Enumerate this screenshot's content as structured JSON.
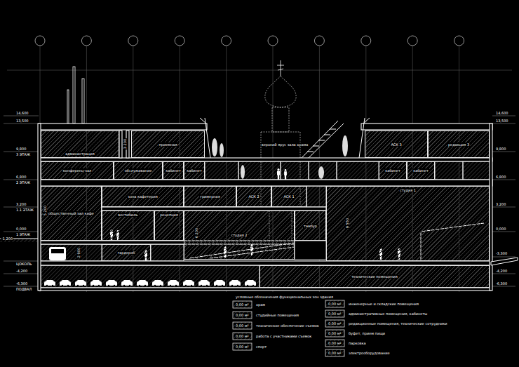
{
  "diagram": {
    "nodes": [
      {
        "text": [
          "администрация"
        ]
      },
      {
        "text": [
          "приемная"
        ]
      },
      {
        "text": [
          "верхний ярус зала храма"
        ]
      },
      {
        "text": [
          "АСК 3"
        ]
      },
      {
        "text": [
          "редакция 3"
        ]
      },
      {
        "text": [
          "конференц-зал"
        ]
      },
      {
        "text": [
          "обслуживание"
        ]
      },
      {
        "text": [
          "кабинет"
        ]
      },
      {
        "text": [
          "кабинет"
        ]
      },
      {
        "text": [
          "кабинет"
        ]
      },
      {
        "text": [
          "кабинет"
        ]
      },
      {
        "text": [
          "гримерная"
        ]
      },
      {
        "text": [
          "АСК 2"
        ]
      },
      {
        "text": [
          "АСК 1"
        ]
      },
      {
        "text": [
          "общественный зал кафе"
        ]
      },
      {
        "text": [
          "зона кафетерия"
        ]
      },
      {
        "text": [
          "рецепция"
        ]
      },
      {
        "text": [
          "вестибюль"
        ]
      },
      {
        "text": [
          "студия 2"
        ]
      },
      {
        "text": [
          "тамбур"
        ]
      },
      {
        "text": [
          "студия 1"
        ]
      },
      {
        "text": [
          "гардероб"
        ]
      },
      {
        "text": [
          "технические помещения"
        ]
      }
    ],
    "labels": [
      "14,600",
      "13,500",
      "9,800",
      "6,800",
      "3,200",
      "0,000",
      "-1,200",
      "-4,200",
      "-6,300",
      "3 ЭТАЖ",
      "2 ЭТАЖ",
      "1.1 ЭТАЖ",
      "1 ЭТАЖ",
      "ЦОКОЛЬ",
      "ПОДВАЛ",
      "14,600",
      "13,500",
      "9,800",
      "6,800",
      "3,200",
      "0,000",
      "-3,300",
      "-4,200",
      "-6,300",
      "3 200",
      "5 200",
      "6 200",
      "9 550",
      "2 900",
      "условные обозначения функциональных зон здания",
      "0,00 м²",
      "0,00 м²",
      "0,00 м²",
      "0,00 м²",
      "0,00 м²",
      "0,00 м²",
      "0,00 м²",
      "0,00 м²",
      "0,00 м²",
      "0,00 м²",
      "0,00 м²"
    ],
    "legend": [
      {
        "text": "храм"
      },
      {
        "text": "студийные помещения"
      },
      {
        "text": "техническое обеспечение съемок"
      },
      {
        "text": "работа с участниками съемок"
      },
      {
        "text": "спорт"
      },
      {
        "text": "инженерные и складские помещения"
      },
      {
        "text": "административные помещения, кабинеты"
      },
      {
        "text": "редакционные помещения, технические сотрудники"
      },
      {
        "text": "буфет, прием пищи"
      },
      {
        "text": "парковка"
      },
      {
        "text": "электрооборудование"
      }
    ]
  }
}
